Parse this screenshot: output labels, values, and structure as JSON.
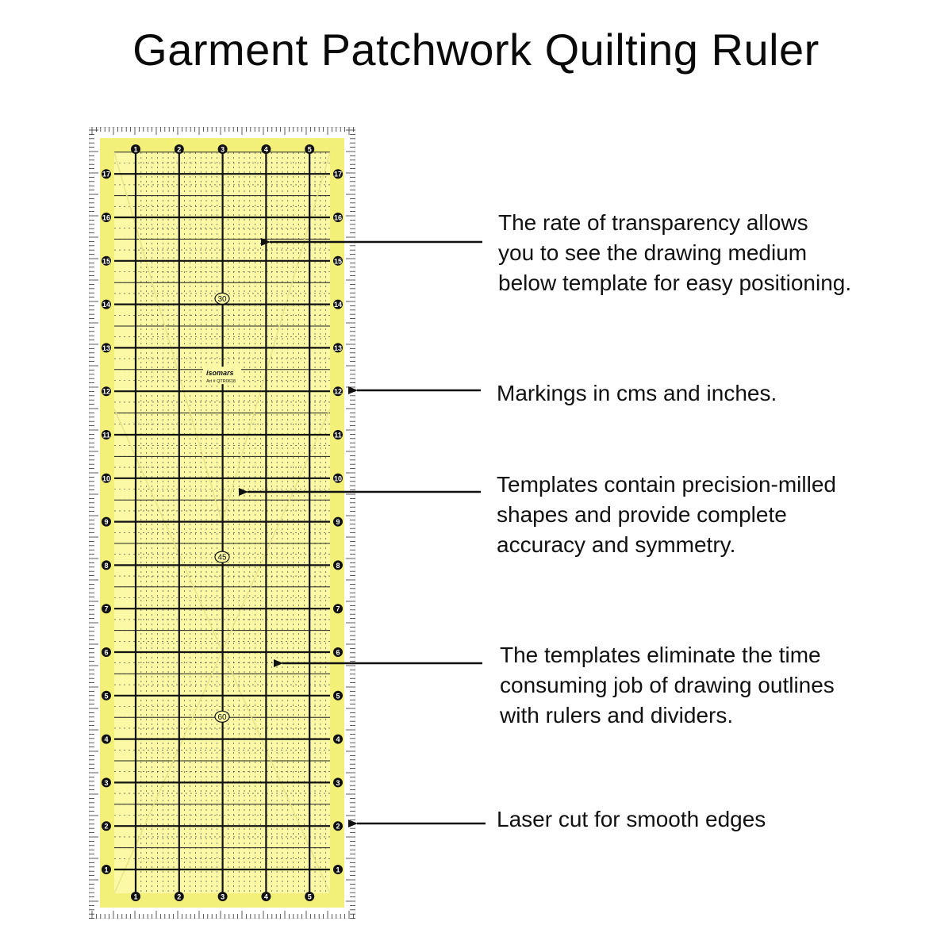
{
  "title": "Garment Patchwork Quilting Ruler",
  "ruler": {
    "brand": "isomars",
    "art_number": "Art # QTR0618",
    "inch_labels_horizontal": [
      "1",
      "2",
      "3",
      "4",
      "5"
    ],
    "inch_labels_vertical": [
      "1",
      "2",
      "3",
      "4",
      "5",
      "6",
      "7",
      "8",
      "9",
      "10",
      "11",
      "12",
      "13",
      "14",
      "15",
      "16",
      "17"
    ],
    "angle_labels": [
      "30",
      "45",
      "60"
    ],
    "colors": {
      "tint": "#fbf9a6",
      "border": "#f3f07a",
      "lines": "#111111",
      "guides": "#e8e48a"
    }
  },
  "annotations": [
    {
      "lines": [
        "The rate of transparency allows",
        "you to see the drawing medium",
        "below template for easy positioning."
      ]
    },
    {
      "lines": [
        "Markings in cms and inches."
      ]
    },
    {
      "lines": [
        "Templates contain precision-milled",
        "shapes and provide complete",
        "accuracy and symmetry."
      ]
    },
    {
      "lines": [
        "The templates eliminate the time",
        "consuming job of drawing outlines",
        "with rulers and dividers."
      ]
    },
    {
      "lines": [
        "Laser cut for smooth edges"
      ]
    }
  ]
}
